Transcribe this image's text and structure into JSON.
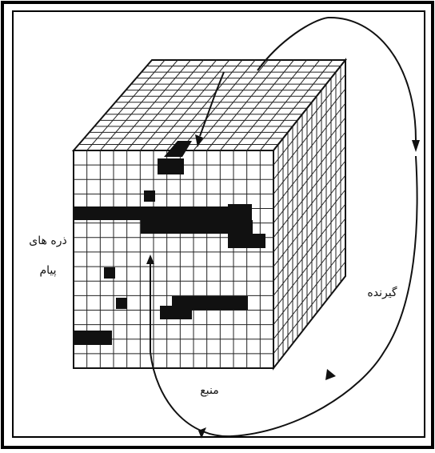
{
  "figure": {
    "labels": {
      "message_particles": [
        "ذره های",
        "پیام"
      ],
      "receiver": "گیرنده",
      "source": "منبع"
    },
    "colors": {
      "ink": "#111111",
      "paper": "#ffffff",
      "frame": "#000000"
    },
    "icons": {
      "arrow_top": "arrow-down-icon",
      "arrow_right": "arrow-down-icon",
      "arrow_bottom": "arrow-left-icon",
      "arrow_front": "arrow-up-icon"
    }
  }
}
